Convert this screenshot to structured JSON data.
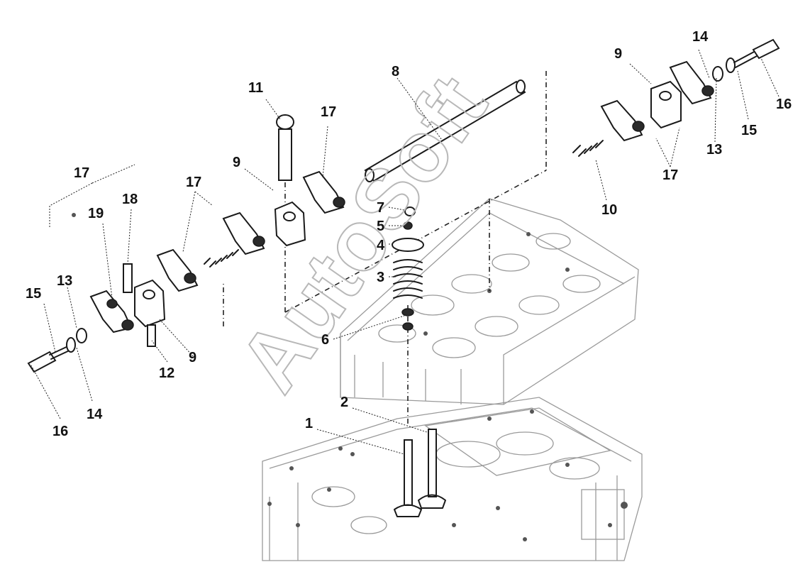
{
  "watermark": "AutoSoft",
  "callouts": {
    "c1": "1",
    "c2": "2",
    "c3": "3",
    "c4": "4",
    "c5": "5",
    "c6": "6",
    "c7": "7",
    "c8": "8",
    "c9a": "9",
    "c9b": "9",
    "c9c": "9",
    "c10": "10",
    "c11": "11",
    "c12": "12",
    "c13a": "13",
    "c13b": "13",
    "c14a": "14",
    "c14b": "14",
    "c15a": "15",
    "c15b": "15",
    "c16a": "16",
    "c16b": "16",
    "c17a": "17",
    "c17b": "17",
    "c17c": "17",
    "c17d": "17",
    "c18": "18",
    "c19": "19"
  }
}
